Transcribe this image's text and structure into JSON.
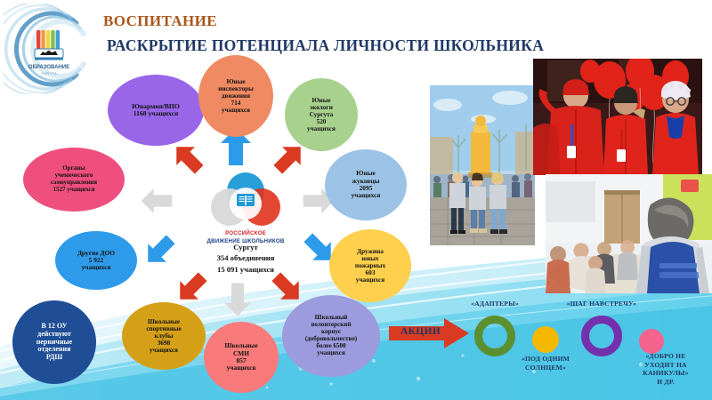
{
  "header": {
    "title_top": "ВОСПИТАНИЕ",
    "title_main": "РАСКРЫТИЕ ПОТЕНЦИАЛА ЛИЧНОСТИ ШКОЛЬНИКА",
    "logo_alt": "obrazovanie-surguta-logo"
  },
  "center": {
    "logo_line1": "РОССИЙСКОЕ",
    "logo_line2": "ДВИЖЕНИЕ ШКОЛЬНИКОВ",
    "city": "Сургут",
    "associations": "354 объединения",
    "students": "15 091 учащихся"
  },
  "bubbles": [
    {
      "id": "yunarmia",
      "line1": "Юнармия/ВПО",
      "line2": "1168 учащихся",
      "line3": "",
      "line4": "",
      "color": "#9966e8"
    },
    {
      "id": "inspectors",
      "line1": "Юные",
      "line2": "инспекторы",
      "line3": "движения",
      "line4": "714",
      "line5": "учащихся",
      "color": "#ef8a62"
    },
    {
      "id": "ecologists",
      "line1": "Юные",
      "line2": "экологи",
      "line3": "Сургута",
      "line4": "520",
      "line5": "учащихся",
      "color": "#a9d18e"
    },
    {
      "id": "selfgov",
      "line1": "Органы",
      "line2": "ученического",
      "line3": "самоуправления",
      "line4": "1527 учащихся",
      "color": "#ef4f7e"
    },
    {
      "id": "zhukovtsy",
      "line1": "Юные",
      "line2": "жуковцы",
      "line3": "2095",
      "line4": "учащихся",
      "color": "#9cc3e5"
    },
    {
      "id": "other-doo",
      "line1": "Другие ДОО",
      "line2": "5 922",
      "line3": "учащихся",
      "line4": "",
      "color": "#2e9bea"
    },
    {
      "id": "firefighters",
      "line1": "Дружина",
      "line2": "юных",
      "line3": "пожарных",
      "line4": "603",
      "line5": "учащихся",
      "color": "#ffd04d"
    },
    {
      "id": "rdsh-branches",
      "line1": "В 12 ОУ",
      "line2": "действуют",
      "line3": "первичные",
      "line4": "отделения",
      "line5": "РДШ",
      "color": "#1f4e97"
    },
    {
      "id": "sport-clubs",
      "line1": "Школьные",
      "line2": "спортивные",
      "line3": "клубы",
      "line4": "3698",
      "line5": "учащихся",
      "color": "#d4a017"
    },
    {
      "id": "school-media",
      "line1": "Школьные",
      "line2": "СМИ",
      "line3": "857",
      "line4": "учащихся",
      "color": "#f87a7a"
    },
    {
      "id": "volunteers",
      "line1": "Школьный",
      "line2": "волонтерский",
      "line3": "корпус",
      "line4": "(добровольчество)",
      "line5": "более 6500",
      "line6": "учащихся",
      "color": "#9b9bdd"
    }
  ],
  "aktsii": {
    "label": "АКЦИИ",
    "items": [
      {
        "id": "adaptery",
        "caption": "«АДАПТЕРЫ»",
        "color": "#5b8f30",
        "shape": "ring"
      },
      {
        "id": "pod-odnim",
        "caption": "«ПОД ОДНИМ\nСОЛНЦЕМ»",
        "color": "#f5b800",
        "shape": "dot"
      },
      {
        "id": "shag",
        "caption": "«ШАГ НАВСТРЕЧУ»",
        "color": "#7430ad",
        "shape": "ring"
      },
      {
        "id": "dobro",
        "caption": "«ДОБРО НЕ\nУХОДИТ НА\nКАНИКУЛЫ»\nИ ДР.",
        "color": "#f4648f",
        "shape": "dot"
      }
    ],
    "cap_adaptery": "«АДАПТЕРЫ»",
    "cap_sun_l1": "«ПОД ОДНИМ",
    "cap_sun_l2": "СОЛНЦЕМ»",
    "cap_shag": "«ШАГ НАВСТРЕЧУ»",
    "cap_dobro_l1": "«ДОБРО НЕ",
    "cap_dobro_l2": "УХОДИТ НА",
    "cap_dobro_l3": "КАНИКУЛЫ»",
    "cap_dobro_l4": "И ДР."
  },
  "photos": [
    {
      "id": "photo-square-city",
      "alt": "students-in-silver-jackets-at-city-square"
    },
    {
      "id": "photo-red-balloons",
      "alt": "volunteers-in-red-jackets-with-red-balloons"
    },
    {
      "id": "photo-classroom",
      "alt": "student-in-rdsh-jacket-facing-classroom"
    }
  ],
  "colors": {
    "title_top": "#a8571c",
    "title_main": "#1f3864",
    "arrow_red": "#d93a21",
    "arrow_blue_dark": "#2e9bea",
    "arrow_grey": "#d9d9d9",
    "wave": "#3fc7e8"
  }
}
